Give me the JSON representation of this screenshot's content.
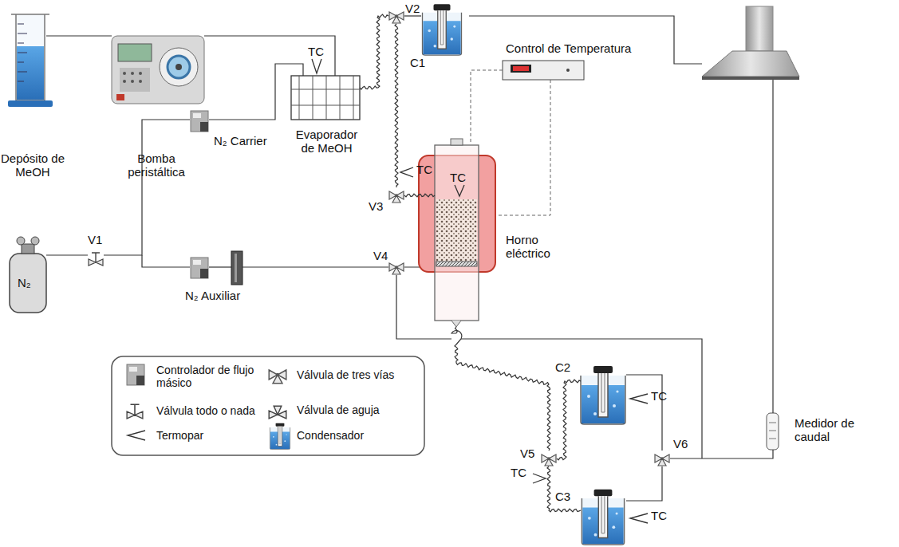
{
  "diagram": {
    "labels": [
      "Depósito de MeOH",
      "Bomba peristáltica",
      "TC",
      "Evaporador de MeOH",
      "V2",
      "C1",
      "Control de Temperatura",
      "TC",
      "V3",
      "TC",
      "Horno eléctrico",
      "N₂ Carrier",
      "N₂",
      "V1",
      "N₂ Auxiliar",
      "V4",
      "V5",
      "TC",
      "C2",
      "TC",
      "V6",
      "C3",
      "TC",
      "Medidor de caudal"
    ],
    "legend": [
      {
        "text": "Controlador de flujo másico"
      },
      {
        "text": "Válvula de tres vías"
      },
      {
        "text": "Válvula todo o nada"
      },
      {
        "text": "Válvula de aguja"
      },
      {
        "text": "Termopar"
      },
      {
        "text": "Condensador"
      }
    ]
  }
}
